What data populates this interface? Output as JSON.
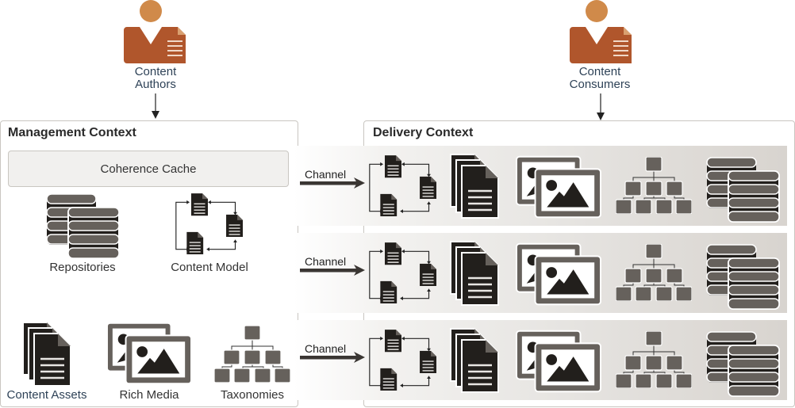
{
  "actors": [
    {
      "id": "authors",
      "label_line1": "Content",
      "label_line2": "Authors",
      "icon": "user-document-icon"
    },
    {
      "id": "consumers",
      "label_line1": "Content",
      "label_line2": "Consumers",
      "icon": "user-document-icon"
    }
  ],
  "colors": {
    "actor_body": "#b0562c",
    "actor_head": "#d08a4a",
    "icon_gray": "#66615c",
    "icon_dark": "#221f1c",
    "label_blue": "#2e4257",
    "border": "#c9c6c1"
  },
  "management": {
    "title": "Management Context",
    "cache_label": "Coherence Cache",
    "items": [
      {
        "label": "Repositories",
        "icon": "database-icon"
      },
      {
        "label": "Content Model",
        "icon": "content-model-icon"
      },
      {
        "label": "Content Assets",
        "icon": "documents-icon"
      },
      {
        "label": "Rich Media",
        "icon": "images-icon"
      },
      {
        "label": "Taxonomies",
        "icon": "taxonomy-icon"
      }
    ]
  },
  "delivery": {
    "title": "Delivery Context",
    "channels": [
      {
        "label": "Channel"
      },
      {
        "label": "Channel"
      },
      {
        "label": "Channel"
      }
    ],
    "row_icons": [
      "content-model-icon",
      "documents-icon",
      "images-icon",
      "taxonomy-icon",
      "database-icon"
    ]
  }
}
